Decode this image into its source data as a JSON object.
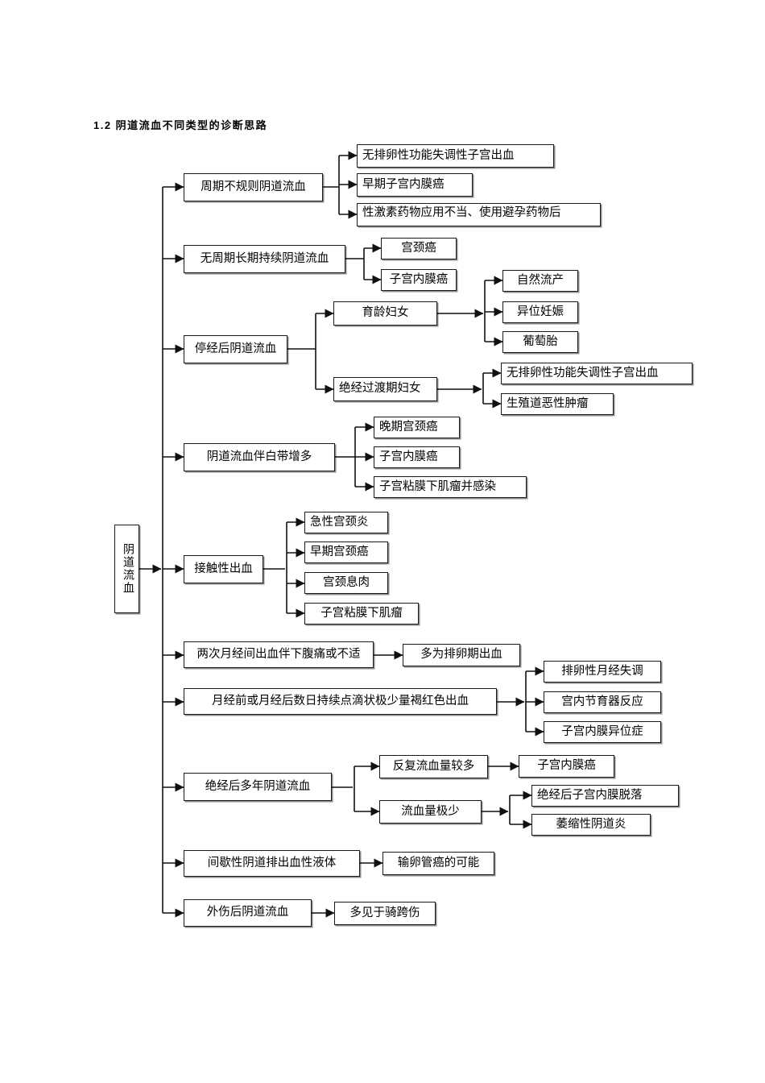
{
  "document": {
    "title": "1.2 阴道流血不同类型的诊断思路",
    "type": "flowchart",
    "language": "zh-CN"
  },
  "diagram": {
    "root": {
      "label": "阴道流血",
      "orientation": "vertical-text"
    },
    "branches": [
      {
        "id": "branch-1",
        "label": "周期不规则阴道流血",
        "children": [
          {
            "label": "无排卵性功能失调性子宫出血"
          },
          {
            "label": "早期子宫内膜癌"
          },
          {
            "label": "性激素药物应用不当、使用避孕药物后"
          }
        ]
      },
      {
        "id": "branch-2",
        "label": "无周期长期持续阴道流血",
        "children": [
          {
            "label": "宫颈癌"
          },
          {
            "label": "子宫内膜癌"
          }
        ]
      },
      {
        "id": "branch-3",
        "label": "停经后阴道流血",
        "children": [
          {
            "label": "育龄妇女",
            "children": [
              {
                "label": "自然流产"
              },
              {
                "label": "异位妊娠"
              },
              {
                "label": "葡萄胎"
              }
            ]
          },
          {
            "label": "绝经过渡期妇女",
            "children": [
              {
                "label": "无排卵性功能失调性子宫出血"
              },
              {
                "label": "生殖道恶性肿瘤"
              }
            ]
          }
        ]
      },
      {
        "id": "branch-4",
        "label": "阴道流血伴白带增多",
        "children": [
          {
            "label": "晚期宫颈癌"
          },
          {
            "label": "子宫内膜癌"
          },
          {
            "label": "子宫粘膜下肌瘤并感染"
          }
        ]
      },
      {
        "id": "branch-5",
        "label": "接触性出血",
        "children": [
          {
            "label": "急性宫颈炎"
          },
          {
            "label": "早期宫颈癌"
          },
          {
            "label": "宫颈息肉"
          },
          {
            "label": "子宫粘膜下肌瘤"
          }
        ]
      },
      {
        "id": "branch-6",
        "label": "两次月经间出血伴下腹痛或不适",
        "children": [
          {
            "label": "多为排卵期出血"
          }
        ]
      },
      {
        "id": "branch-7",
        "label": "月经前或月经后数日持续点滴状极少量褐红色出血",
        "children": [
          {
            "label": "排卵性月经失调"
          },
          {
            "label": "宫内节育器反应"
          },
          {
            "label": "子宫内膜异位症"
          }
        ]
      },
      {
        "id": "branch-8",
        "label": "绝经后多年阴道流血",
        "children": [
          {
            "label": "反复流血量较多",
            "children": [
              {
                "label": "子宫内膜癌"
              }
            ]
          },
          {
            "label": "流血量极少",
            "children": [
              {
                "label": "绝经后子宫内膜脱落"
              },
              {
                "label": "萎缩性阴道炎"
              }
            ]
          }
        ]
      },
      {
        "id": "branch-9",
        "label": "间歇性阴道排出血性液体",
        "children": [
          {
            "label": "输卵管癌的可能"
          }
        ]
      },
      {
        "id": "branch-10",
        "label": "外伤后阴道流血",
        "children": [
          {
            "label": "多见于骑跨伤"
          }
        ]
      }
    ]
  },
  "style": {
    "box_border": "#1a1a1a",
    "page_background": "#ffffff",
    "text_color": "#000000"
  }
}
